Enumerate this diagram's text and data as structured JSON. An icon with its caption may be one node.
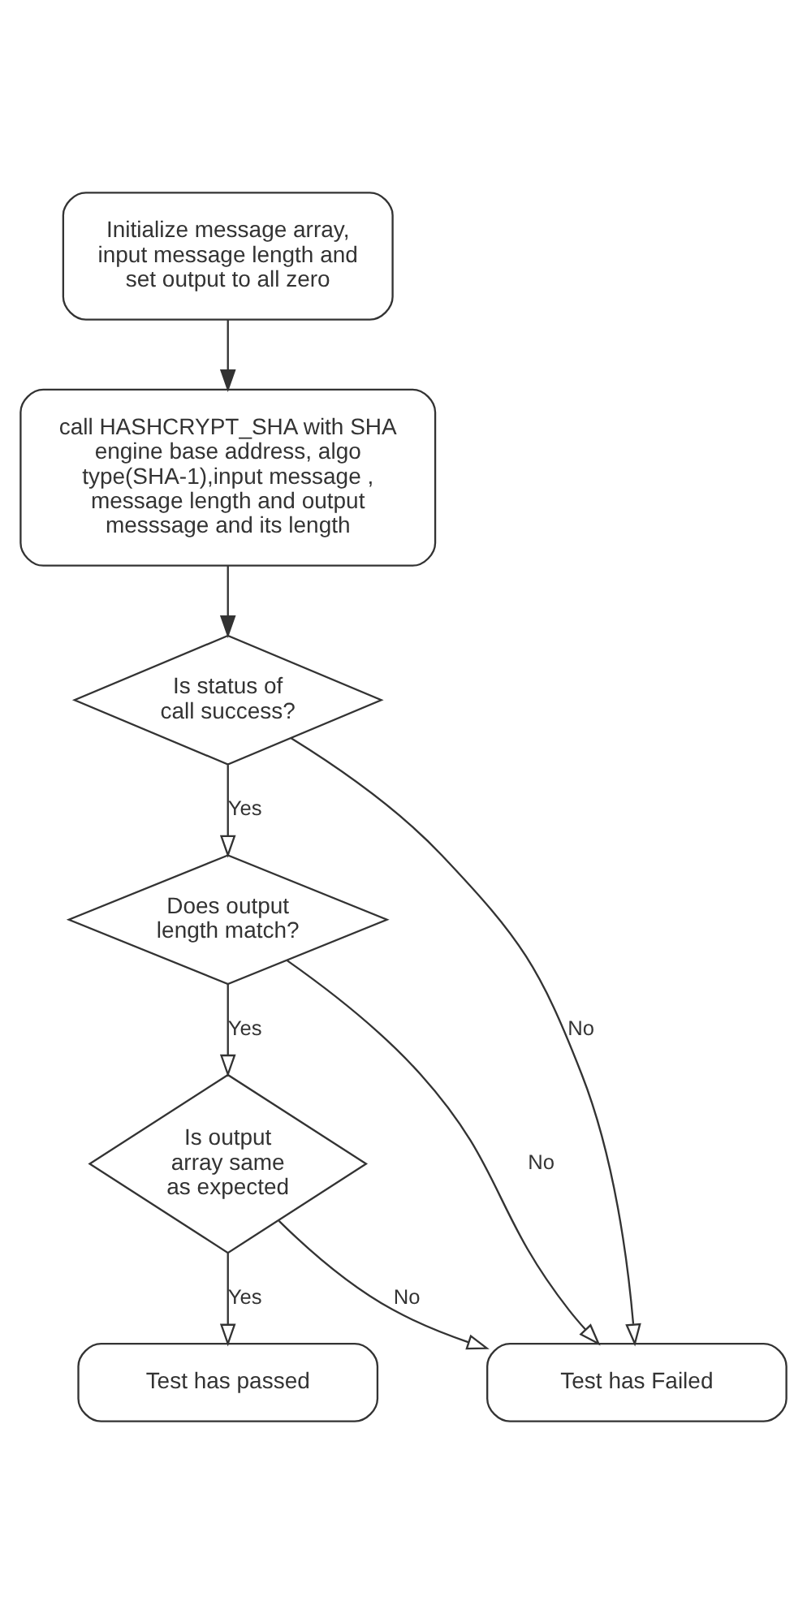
{
  "diagram": {
    "nodes": [
      {
        "text": [
          "Initialize message array, input message length and set output to all zero"
        ]
      },
      {
        "text": [
          "call HASHCRYPT_SHA with SHA engine base address, algo type(SHA-1),input message , message length and output messsage and its length"
        ]
      },
      {
        "text": [
          "Is status of call success?"
        ]
      },
      {
        "text": [
          "Does output length match?"
        ]
      },
      {
        "text": [
          "Is output array same as expected"
        ]
      },
      {
        "text": [
          "Test has passed"
        ]
      },
      {
        "text": [
          "Test has Failed"
        ]
      }
    ],
    "edges": [
      {
        "from": 0,
        "to": 1,
        "arrow": "to"
      },
      {
        "from": 1,
        "to": 2,
        "arrow": "to"
      },
      {
        "from": 2,
        "to": 3,
        "label": "Yes",
        "arrow": "to"
      },
      {
        "from": 3,
        "to": 4,
        "label": "Yes",
        "arrow": "to"
      },
      {
        "from": 4,
        "to": 5,
        "label": "Yes",
        "arrow": "to"
      },
      {
        "from": 2,
        "to": 6,
        "label": "No",
        "arrow": "to"
      },
      {
        "from": 3,
        "to": 6,
        "label": "No",
        "arrow": "to"
      },
      {
        "from": 4,
        "to": 6,
        "label": "No",
        "arrow": "to"
      }
    ]
  }
}
